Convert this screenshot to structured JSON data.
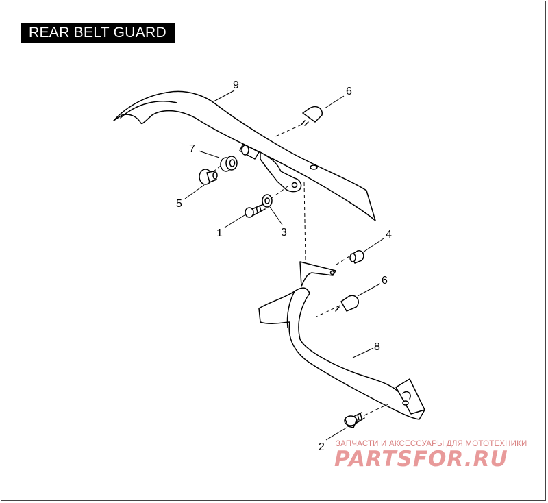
{
  "title": "REAR BELT GUARD",
  "callouts": [
    {
      "id": "c9",
      "label": "9"
    },
    {
      "id": "c6a",
      "label": "6"
    },
    {
      "id": "c7",
      "label": "7"
    },
    {
      "id": "c5",
      "label": "5"
    },
    {
      "id": "c1",
      "label": "1"
    },
    {
      "id": "c3",
      "label": "3"
    },
    {
      "id": "c4",
      "label": "4"
    },
    {
      "id": "c6b",
      "label": "6"
    },
    {
      "id": "c8",
      "label": "8"
    },
    {
      "id": "c2",
      "label": "2"
    }
  ],
  "watermark": {
    "tagline": "ЗАПЧАСТИ И АКСЕССУАРЫ ДЛЯ МОТОТЕХНИКИ",
    "brand": "PARTSFOR.RU"
  }
}
